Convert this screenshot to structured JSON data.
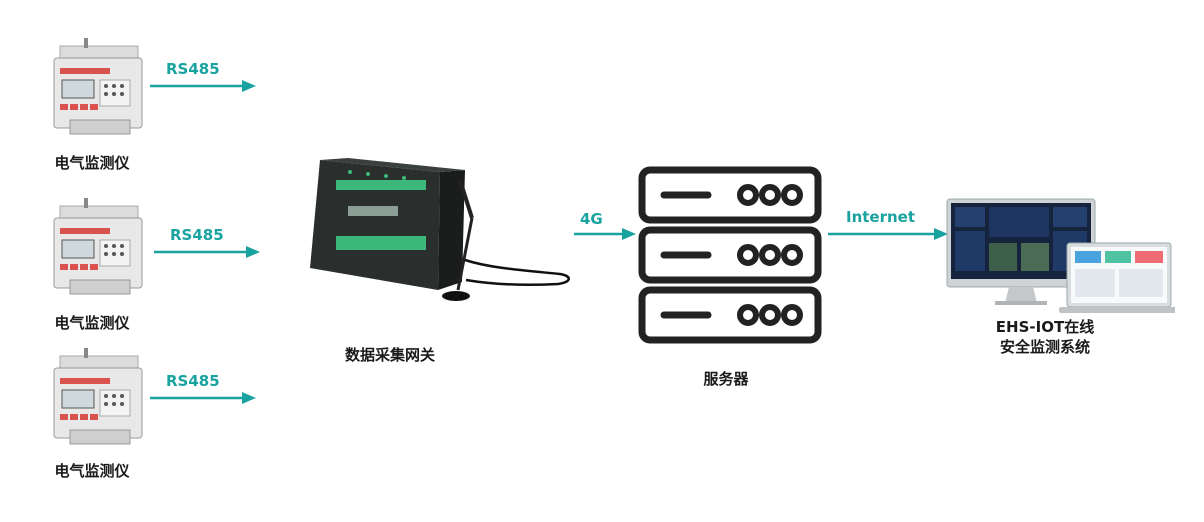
{
  "meters": [
    {
      "label": "电气监测仪",
      "link_label": "RS485"
    },
    {
      "label": "电气监测仪",
      "link_label": "RS485"
    },
    {
      "label": "电气监测仪",
      "link_label": "RS485"
    }
  ],
  "gateway": {
    "label": "数据采集网关"
  },
  "server": {
    "label": "服务器",
    "link_in_label": "4G"
  },
  "system": {
    "label_line1": "EHS-IOT在线",
    "label_line2": "安全监测系统",
    "link_in_label": "Internet"
  },
  "colors": {
    "accent": "#19a3a0",
    "device_body": "#e8e8e8",
    "device_red": "#d9534f",
    "gateway_body": "#2a2f2d",
    "gateway_green": "#3bb87a",
    "server_stroke": "#222222"
  }
}
